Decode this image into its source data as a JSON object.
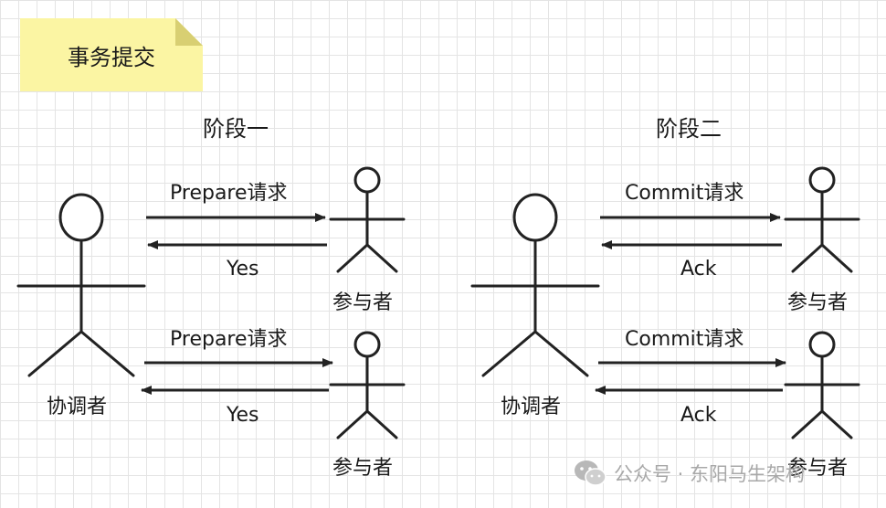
{
  "note": {
    "text": "事务提交",
    "color": "#fbf5a3"
  },
  "phase1": {
    "title": "阶段一",
    "coordinator": "协调者",
    "participant_top": "参与者",
    "participant_bottom": "参与者",
    "request_top": "Prepare请求",
    "reply_top": "Yes",
    "request_bottom": "Prepare请求",
    "reply_bottom": "Yes"
  },
  "phase2": {
    "title": "阶段二",
    "coordinator": "协调者",
    "participant_top": "参与者",
    "participant_bottom": "参与者",
    "request_top": "Commit请求",
    "reply_top": "Ack",
    "request_bottom": "Commit请求",
    "reply_bottom": "Ack"
  },
  "watermark": {
    "text": "公众号 · 东阳马生架构",
    "icon": "wechat-icon"
  }
}
